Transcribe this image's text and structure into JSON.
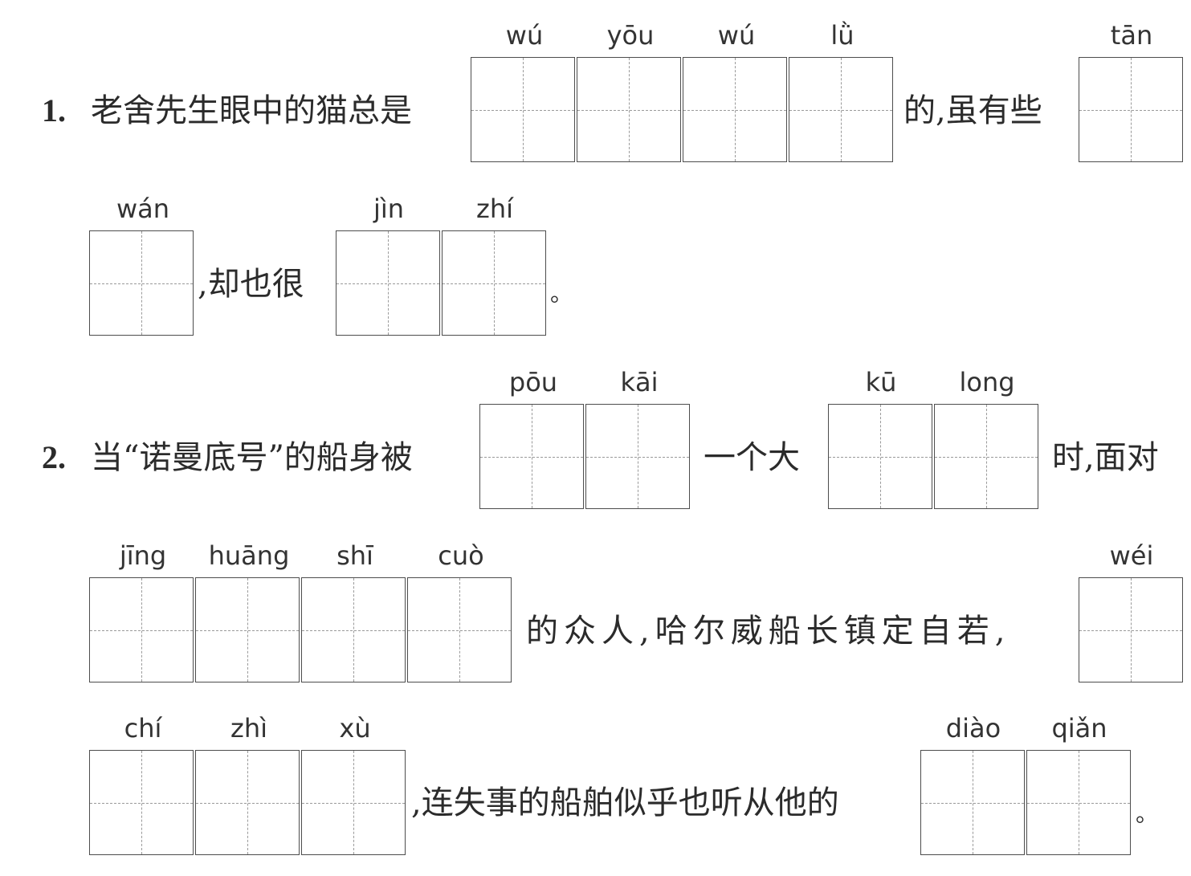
{
  "q1": {
    "number": "1.",
    "text_before": "老舍先生眼中的猫总是",
    "text_middle": "的,虽有些",
    "text_line2_a": ",却也很",
    "text_end": "。",
    "pinyin": [
      "wú",
      "yōu",
      "wú",
      "lǜ",
      "tān",
      "wán",
      "jìn",
      "zhí"
    ]
  },
  "q2": {
    "number": "2.",
    "text_before": "当“诺曼底号”的船身被",
    "text_mid1": "一个大",
    "text_mid2": "时,面对",
    "text_line2": "的众人,哈尔威船长镇定自若,",
    "text_line3": ",连失事的船舶似乎也听从他的",
    "text_end": "。",
    "pinyin": [
      "pōu",
      "kāi",
      "kū",
      "long",
      "jīng",
      "huāng",
      "shī",
      "cuò",
      "wéi",
      "chí",
      "zhì",
      "xù",
      "diào",
      "qiǎn"
    ]
  }
}
